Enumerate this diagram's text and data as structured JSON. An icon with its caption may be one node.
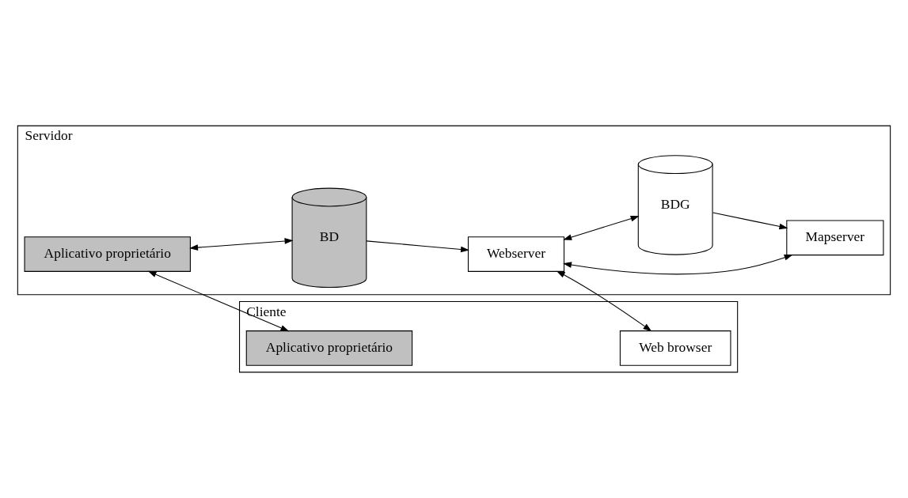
{
  "diagram": {
    "nodes": [
      {
        "text": [
          "Servidor"
        ]
      },
      {
        "text": [
          "Aplicativo proprietário"
        ],
        "in": 0
      },
      {
        "text": [
          "Webserver"
        ],
        "in": 0
      },
      {
        "text": [
          "Mapserver"
        ],
        "in": 0
      },
      {
        "text": [
          "BD"
        ],
        "in": 0
      },
      {
        "text": [
          "BDG"
        ],
        "in": 0
      },
      {
        "text": [
          "Cliente"
        ]
      },
      {
        "text": [
          "Aplicativo proprietário"
        ],
        "in": 6
      },
      {
        "text": [
          "Web browser"
        ],
        "in": 6
      }
    ],
    "edges": [
      {
        "from": 1,
        "to": 4,
        "arrow": "both"
      },
      {
        "from": 4,
        "to": 2,
        "arrow": "to"
      },
      {
        "from": 2,
        "to": 3,
        "arrow": "both"
      },
      {
        "from": 5,
        "to": 3,
        "arrow": "to"
      },
      {
        "from": 2,
        "to": 5,
        "arrow": "both"
      },
      {
        "from": 1,
        "to": 7,
        "arrow": "both"
      },
      {
        "from": 2,
        "to": 8,
        "arrow": "both"
      }
    ]
  }
}
